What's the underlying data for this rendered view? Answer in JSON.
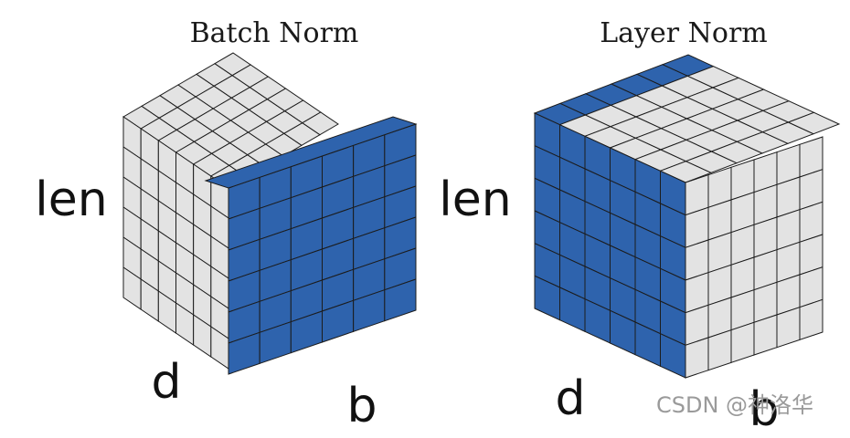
{
  "panels": [
    {
      "title": "Batch Norm",
      "labels": {
        "len": "len",
        "d": "d",
        "b": "b"
      },
      "highlight_face": "front",
      "highlight_description_units": {
        "rows": 6,
        "cols": 6,
        "depth": 6
      }
    },
    {
      "title": "Layer Norm",
      "labels": {
        "len": "len",
        "d": "d",
        "b": "b"
      },
      "highlight_face": "left-slab",
      "highlight_description_units": {
        "rows": 6,
        "cols": 6,
        "depth": 6
      }
    }
  ],
  "colors": {
    "highlight": "#2e63ad",
    "cell": "#e3e3e3",
    "grid": "#1c1c1c"
  },
  "watermark": "CSDN @神洛华"
}
